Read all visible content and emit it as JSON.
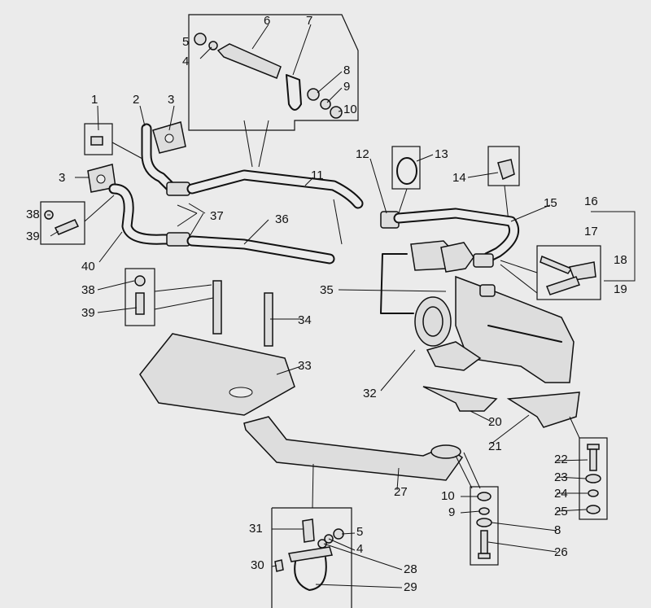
{
  "title": "Exhaust system parts diagram",
  "labels": {
    "p1": "1",
    "p2": "2",
    "p3a": "3",
    "p3b": "3",
    "p4a": "4",
    "p4b": "4",
    "p5a": "5",
    "p5b": "5",
    "p6": "6",
    "p7": "7",
    "p8a": "8",
    "p8b": "8",
    "p9a": "9",
    "p9b": "9",
    "p10a": "10",
    "p10b": "10",
    "p11": "11",
    "p12": "12",
    "p13": "13",
    "p14": "14",
    "p15": "15",
    "p16": "16",
    "p17": "17",
    "p18": "18",
    "p19": "19",
    "p20": "20",
    "p21": "21",
    "p22": "22",
    "p23": "23",
    "p24": "24",
    "p25": "25",
    "p26": "26",
    "p27": "27",
    "p28": "28",
    "p29": "29",
    "p30": "30",
    "p31": "31",
    "p32": "32",
    "p33": "33",
    "p34": "34",
    "p35": "35",
    "p36": "36",
    "p37": "37",
    "p38a": "38",
    "p38b": "38",
    "p39a": "39",
    "p39b": "39",
    "p40": "40"
  }
}
